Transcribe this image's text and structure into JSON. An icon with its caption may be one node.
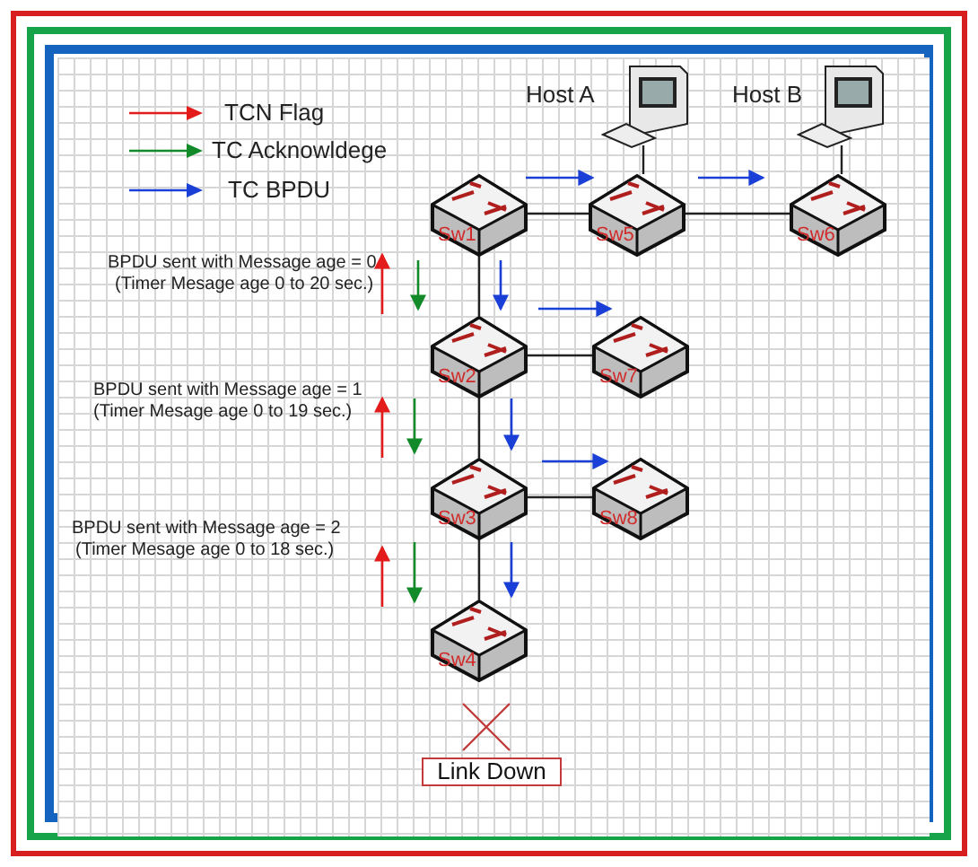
{
  "diagram": {
    "nodes": [
      {
        "text": [
          "Sw1"
        ]
      },
      {
        "text": [
          "Sw5"
        ]
      },
      {
        "text": [
          "Sw6"
        ]
      },
      {
        "text": [
          "Sw2"
        ]
      },
      {
        "text": [
          "Sw7"
        ]
      },
      {
        "text": [
          "Sw3"
        ]
      },
      {
        "text": [
          "Sw8"
        ]
      },
      {
        "text": [
          "Sw4"
        ]
      },
      {
        "text": [],
        "shape": "computer",
        "beside": [
          "Host A"
        ]
      },
      {
        "text": [],
        "shape": "computer",
        "beside": [
          "Host B"
        ]
      },
      {
        "text": [
          "Link Down"
        ]
      }
    ],
    "edges": [
      {
        "from": 0,
        "to": 1,
        "arrow": "none"
      },
      {
        "from": 1,
        "to": 2,
        "arrow": "none"
      },
      {
        "from": 8,
        "to": 1,
        "arrow": "none"
      },
      {
        "from": 9,
        "to": 2,
        "arrow": "none"
      },
      {
        "from": 0,
        "to": 3,
        "arrow": "none"
      },
      {
        "from": 3,
        "to": 4,
        "arrow": "none"
      },
      {
        "from": 3,
        "to": 5,
        "arrow": "none"
      },
      {
        "from": 5,
        "to": 6,
        "arrow": "none"
      },
      {
        "from": 5,
        "to": 7,
        "arrow": "none"
      }
    ],
    "labels": [
      "BPDU sent with Message age = 0",
      "(Timer Mesage age 0 to 20 sec.)",
      "BPDU sent with Message age = 1",
      "(Timer Mesage age 0 to 19 sec.)",
      "BPDU sent with Message age = 2",
      "(Timer Mesage age 0 to 18 sec.)"
    ],
    "legend": [
      {
        "text": "TCN Flag",
        "color": "#e31b1b"
      },
      {
        "text": "TC Acknowldege",
        "color": "#138a2a"
      },
      {
        "text": "TC BPDU",
        "color": "#1a3fd6"
      }
    ]
  }
}
